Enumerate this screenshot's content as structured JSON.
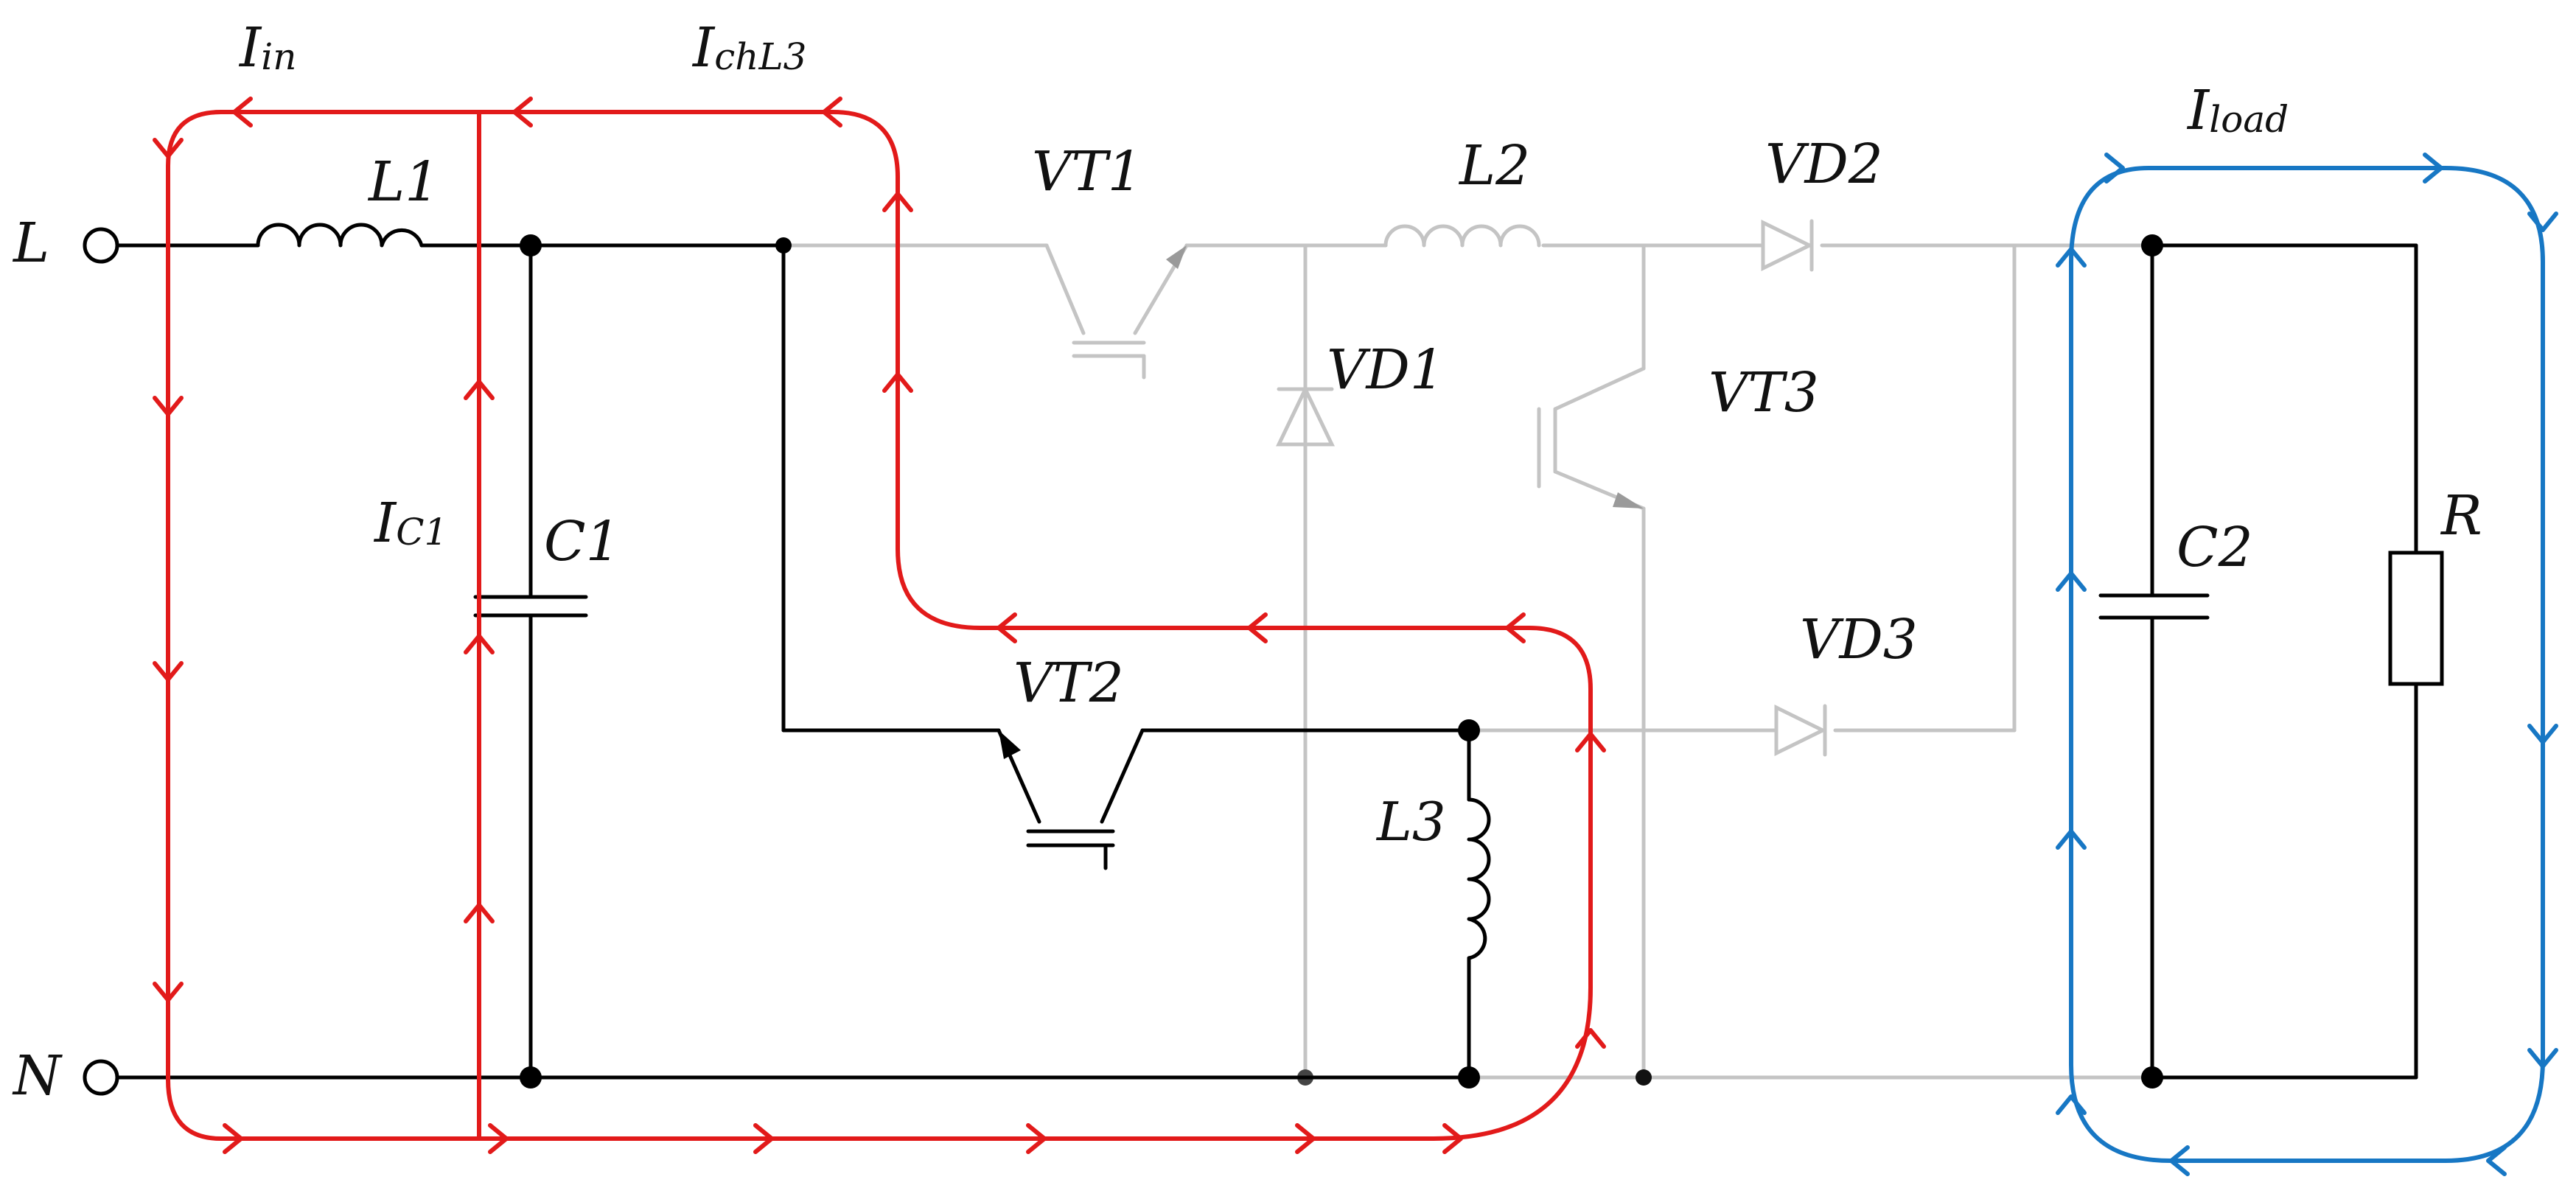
{
  "labels": {
    "terminal_l": "L",
    "terminal_n": "N",
    "l1": "L1",
    "l2": "L2",
    "l3": "L3",
    "c1": "C1",
    "c2": "C2",
    "r": "R",
    "vt1": "VT1",
    "vt2": "VT2",
    "vt3": "VT3",
    "vd1": "VD1",
    "vd2": "VD2",
    "vd3": "VD3",
    "i_in_main": "I",
    "i_in_sub": "in",
    "i_chl3_main": "I",
    "i_chl3_sub": "chL3",
    "i_c1_main": "I",
    "i_c1_sub": "C1",
    "i_load_main": "I",
    "i_load_sub": "load"
  },
  "colors": {
    "active_wire": "#000000",
    "inactive_wire": "#c4c4c4",
    "input_current_paths": "#e21a1a",
    "load_current_path": "#1777c4"
  }
}
